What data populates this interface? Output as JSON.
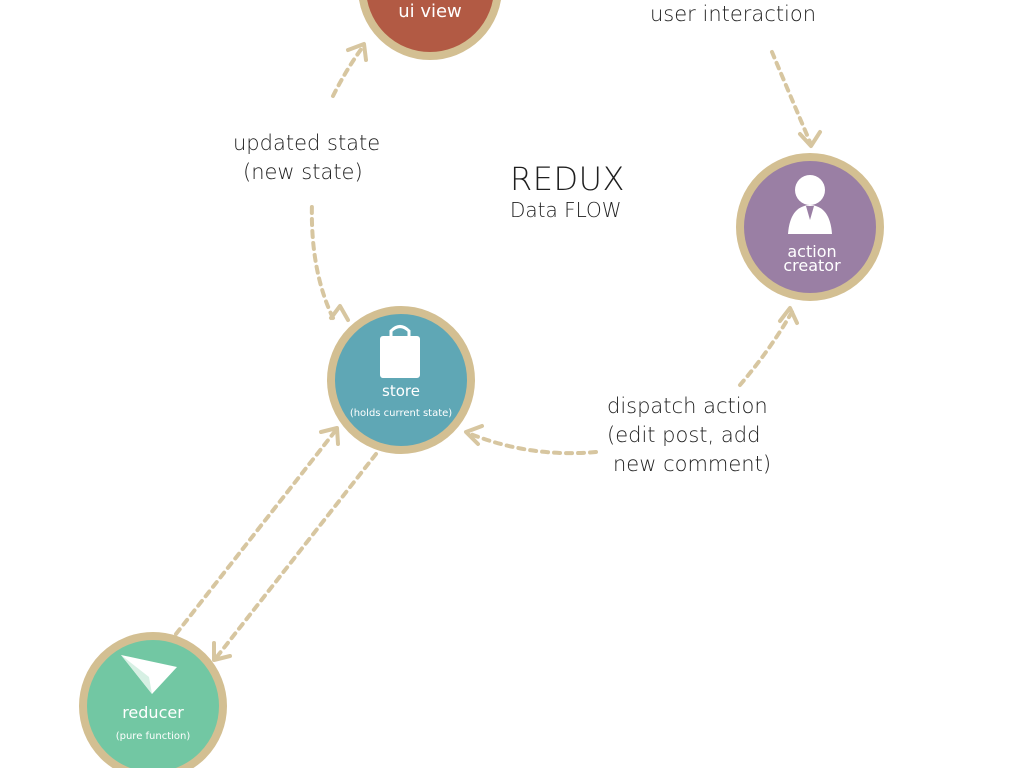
{
  "title": {
    "main": "REDUX",
    "sub": "Data FLOW"
  },
  "labels": {
    "user_interaction": "user interaction",
    "updated_state": [
      "updated state",
      "(new state)"
    ],
    "dispatch_action": [
      "dispatch action",
      "(edit post, add",
      "new comment)"
    ]
  },
  "nodes": {
    "ui_view": {
      "label": "ui view",
      "color": "#b25a44"
    },
    "action_creator": {
      "label_line1": "action",
      "label_line2": "creator",
      "icon": "person-icon",
      "color": "#9a7fa4"
    },
    "store": {
      "label": "store",
      "sublabel": "(holds current state)",
      "icon": "shopping-bag-icon",
      "color": "#5fa7b5"
    },
    "reducer": {
      "label": "reducer",
      "sublabel": "(pure function)",
      "icon": "paper-plane-icon",
      "color": "#72c7a3"
    }
  },
  "colors": {
    "ring": "#d3bf92",
    "arrow": "#d7c6a0",
    "text": "#1f1f1f"
  }
}
